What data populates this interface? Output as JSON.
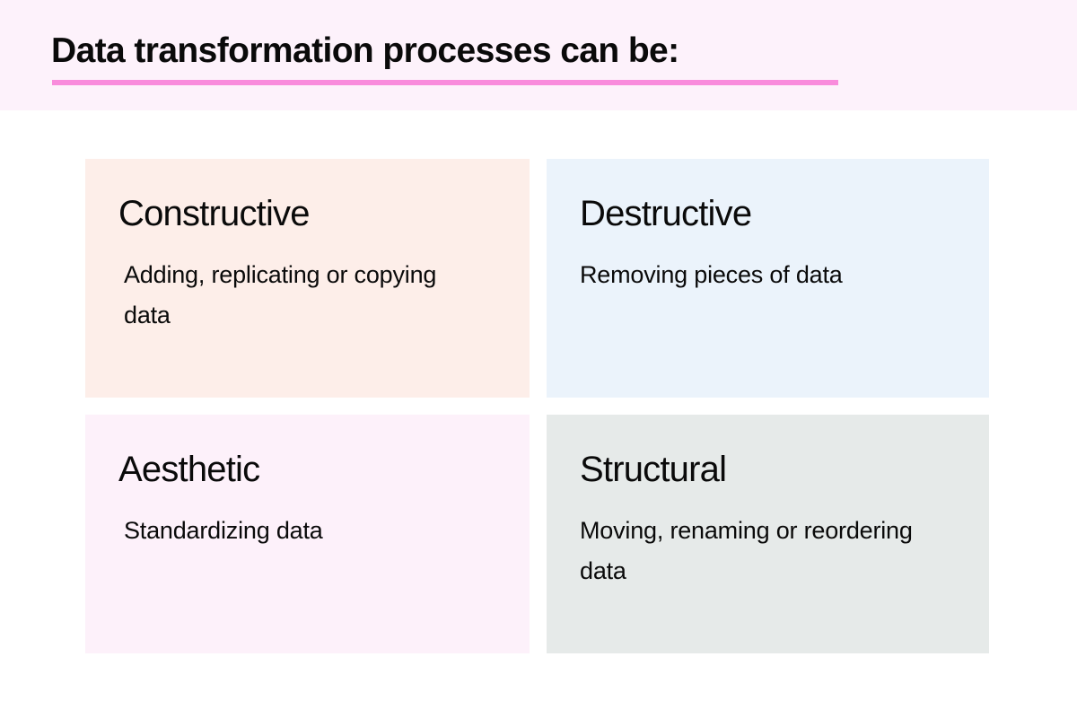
{
  "header": {
    "title": "Data transformation processes can be:",
    "band_color": "#fdf2fb",
    "underline_color": "#f98cdc"
  },
  "page": {
    "background_color": "#ffffff",
    "text_color": "#0a0a0a"
  },
  "cards": [
    {
      "title": "Constructive",
      "description": "Adding, replicating or copying data",
      "background_color": "#fdeee9",
      "indent_description": true
    },
    {
      "title": "Destructive",
      "description": "Removing pieces of data",
      "background_color": "#ebf3fb",
      "indent_description": false
    },
    {
      "title": "Aesthetic",
      "description": "Standardizing data",
      "background_color": "#fdf1fa",
      "indent_description": true
    },
    {
      "title": "Structural",
      "description": "Moving, renaming or reordering data",
      "background_color": "#e6eae9",
      "indent_description": false
    }
  ]
}
